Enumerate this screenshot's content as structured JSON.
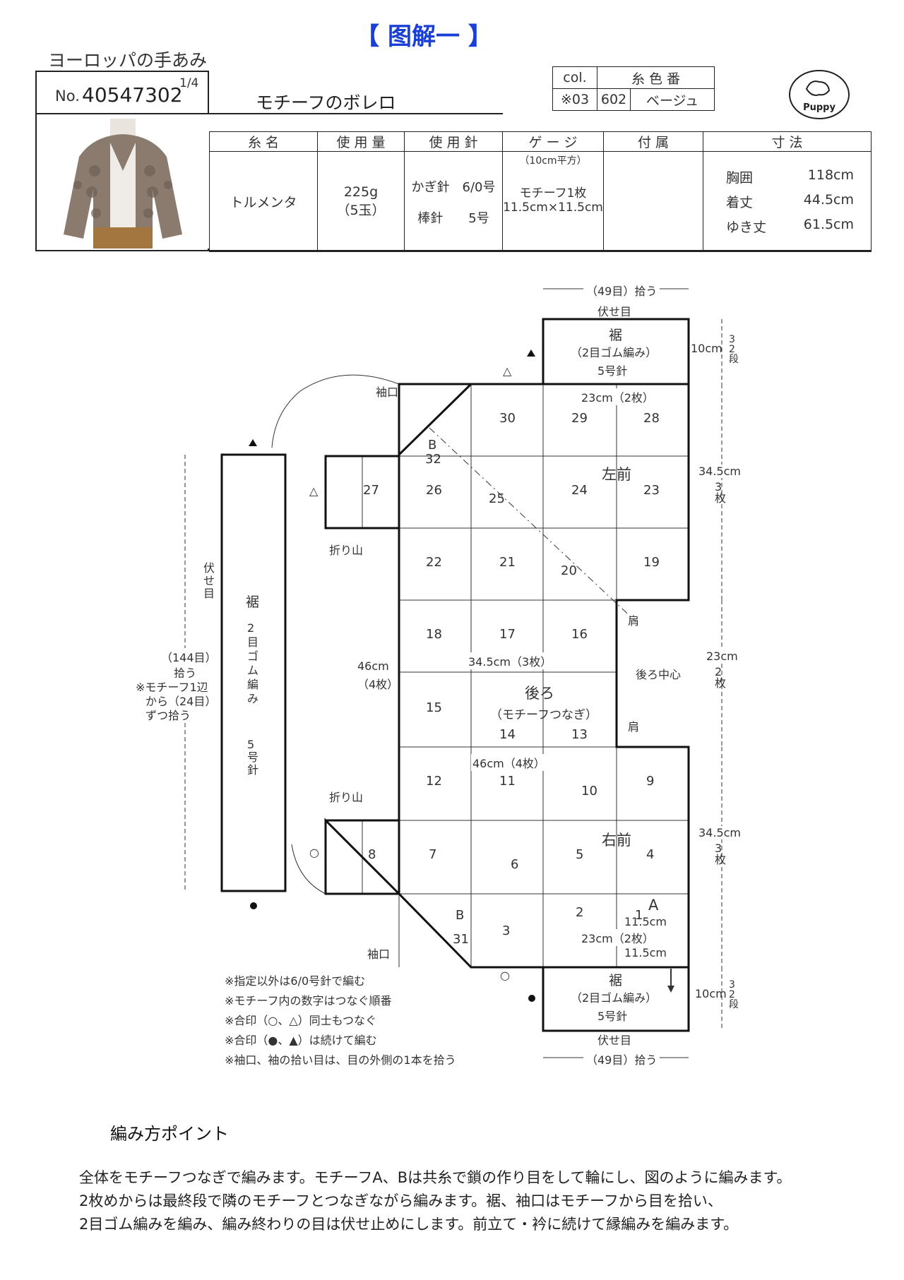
{
  "header": {
    "title": "【 图解一 】",
    "brand": "ヨーロッパの手あみ",
    "pattern_no_prefix": "No.",
    "pattern_no": "40547302",
    "page": "1/4",
    "pattern_name": "モチーフのボレロ",
    "logo_text": "Puppy"
  },
  "color_table": {
    "col_label": "col.",
    "yarn_no_label": "糸 色 番",
    "col_value": "※03",
    "yarn_no": "602",
    "color_name": "ベージュ"
  },
  "spec_table": {
    "headers": [
      "糸 名",
      "使 用 量",
      "使 用 針",
      "ゲ ー ジ",
      "付 属",
      "寸 法"
    ],
    "yarn_name": "トルメンタ",
    "amount": "225g",
    "amount_balls": "（5玉）",
    "needle_hook": "かぎ針　6/0号",
    "needle_knit": "棒針　　5号",
    "gauge_note": "（10cm平方）",
    "gauge_line1": "モチーフ1枚",
    "gauge_line2": "11.5cm×11.5cm",
    "accessories": "",
    "sizes": [
      {
        "label": "胸囲",
        "value": "118cm"
      },
      {
        "label": "着丈",
        "value": "44.5cm"
      },
      {
        "label": "ゆき丈",
        "value": "61.5cm"
      }
    ]
  },
  "diagram": {
    "motifs": [
      "1",
      "2",
      "3",
      "4",
      "5",
      "6",
      "7",
      "8",
      "9",
      "10",
      "11",
      "12",
      "13",
      "14",
      "15",
      "16",
      "17",
      "18",
      "19",
      "20",
      "21",
      "22",
      "23",
      "24",
      "25",
      "26",
      "27",
      "28",
      "29",
      "30",
      "31",
      "32"
    ],
    "motif_a": "A",
    "motif_b": "B",
    "left_front": "左前",
    "right_front": "右前",
    "back": "後ろ",
    "back_note": "（モチーフつなぎ）",
    "hem": "裾",
    "hem_rib": "（2目ゴム編み）",
    "needle5": "5号針",
    "bind_off": "伏せ目",
    "pickup_49": "（49目）拾う",
    "hem_10cm": "10cm",
    "hem_rows": "32段",
    "w_23_2": "23cm（2枚）",
    "h_345_3": "34.5cm",
    "three_pcs": "3枚",
    "h_23_2": "23cm",
    "two_pcs": "2枚",
    "shoulder": "肩",
    "back_center": "後ろ中心",
    "w_345_3": "34.5cm（3枚）",
    "w_46_4": "46cm（4枚）",
    "h_46": "46cm",
    "h_4pcs": "（4枚）",
    "cuff": "袖口",
    "fold": "折り山",
    "side_bind_off": "伏せ目",
    "side_hem": "裾",
    "side_rib": "2目ゴム編み",
    "side_needle": "5号針",
    "pickup_144": "（144目）",
    "pickup_word": "拾う",
    "pickup_note1": "※モチーフ1辺",
    "pickup_note2": "から（24目）",
    "pickup_note3": "ずつ拾う",
    "motif_size": "11.5cm",
    "mark_circle": "○",
    "mark_triangle": "△"
  },
  "notes": [
    "※指定以外は6/0号針で編む",
    "※モチーフ内の数字はつなぐ順番",
    "※合印（○、△）同士もつなぐ",
    "※合印（●、▲）は続けて編む",
    "※袖口、袖の拾い目は、目の外側の1本を拾う"
  ],
  "points": {
    "title": "編み方ポイント",
    "lines": [
      "全体をモチーフつなぎで編みます。モチーフA、Bは共糸で鎖の作り目をして輪にし、図のように編みます。",
      "2枚めからは最終段で隣のモチーフとつなぎながら編みます。裾、袖口はモチーフから目を拾い、",
      "2目ゴム編みを編み、編み終わりの目は伏せ止めにします。前立て・衿に続けて縁編みを編みます。"
    ]
  }
}
